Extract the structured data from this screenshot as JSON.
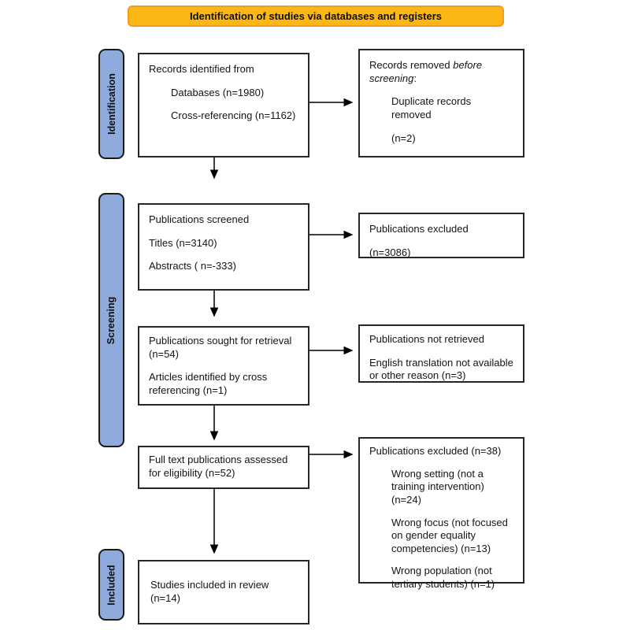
{
  "banner": {
    "label": "Identification of studies via databases and registers"
  },
  "stages": [
    {
      "label": "Identification"
    },
    {
      "label": "Screening"
    },
    {
      "label": "Included"
    }
  ],
  "boxes": {
    "records_identified": {
      "line1": "Records identified from",
      "line2": "Databases (n=1980)",
      "line3": "Cross-referencing (n=1162)"
    },
    "records_removed": {
      "line1_pre": "Records removed ",
      "line1_italic": "before screening",
      "line1_post": ":",
      "line2": "Duplicate records removed",
      "line3": "(n=2)"
    },
    "publications_screened": {
      "line1": "Publications screened",
      "line2": "Titles (n=3140)",
      "line3": "Abstracts ( n=-333)"
    },
    "publications_excluded_screening": {
      "line1": "Publications excluded",
      "line2": "(n=3086)"
    },
    "publications_sought": {
      "line1": "Publications sought for retrieval (n=54)",
      "line2": "Articles identified by cross referencing (n=1)"
    },
    "publications_not_retrieved": {
      "line1": "Publications not retrieved",
      "line2": "English translation not available or other reason (n=3)"
    },
    "fulltext_assessed": {
      "line1": "Full text publications assessed for eligibility (n=52)"
    },
    "publications_excluded_fulltext": {
      "line1": "Publications excluded (n=38)",
      "line2": "Wrong setting (not a training intervention) (n=24)",
      "line3": "Wrong focus (not focused on gender equality competencies) (n=13)",
      "line4": "Wrong population (not tertiary students) (n=1)"
    },
    "studies_included": {
      "line1": "Studies included in review (n=14)"
    }
  },
  "colors": {
    "banner_fill": "#FCB615",
    "banner_border": "#F49B1F",
    "stage_fill": "#8FAADC",
    "box_border": "#262626",
    "arrow": "#000000"
  }
}
